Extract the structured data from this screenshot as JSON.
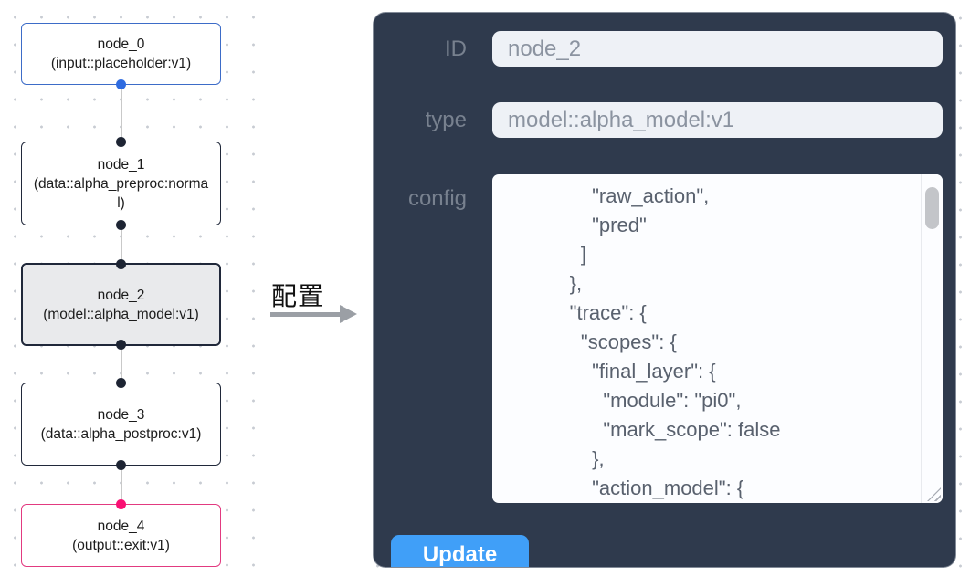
{
  "graph": {
    "nodes": [
      {
        "name": "node_0",
        "type_label": "(input::placeholder:v1)",
        "kind": "input",
        "selected": false
      },
      {
        "name": "node_1",
        "type_label": "(data::alpha_preproc:normal)",
        "kind": "data",
        "selected": false
      },
      {
        "name": "node_2",
        "type_label": "(model::alpha_model:v1)",
        "kind": "model",
        "selected": true
      },
      {
        "name": "node_3",
        "type_label": "(data::alpha_postproc:v1)",
        "kind": "data",
        "selected": false
      },
      {
        "name": "node_4",
        "type_label": "(output::exit:v1)",
        "kind": "output",
        "selected": false
      }
    ],
    "colors": {
      "input_node_border": "#3d6cc8",
      "default_node_border": "#20283a",
      "selected_node_bg": "#e9eaec",
      "output_node_border": "#e23a80",
      "input_port": "#2e6be0",
      "output_port": "#fa0f73",
      "default_port": "#1d2433",
      "edge": "#c9c9c9"
    }
  },
  "transition": {
    "label": "配置",
    "arrow_color": "#9b9fa5"
  },
  "panel": {
    "id_field": {
      "label": "ID",
      "value": "node_2"
    },
    "type_field": {
      "label": "type",
      "value": "model::alpha_model:v1"
    },
    "config_field": {
      "label": "config",
      "value": "          \"raw_action\",\n          \"pred\"\n        ]\n      },\n      \"trace\": {\n        \"scopes\": {\n          \"final_layer\": {\n            \"module\": \"pi0\",\n            \"mark_scope\": false\n          },\n          \"action_model\": {"
    },
    "update_button": "Update",
    "colors": {
      "panel_bg": "#2f3a4d",
      "field_bg": "#eef1f6",
      "field_text": "#8b93a0",
      "label_text": "#78818f",
      "config_text": "#59616e",
      "update_bg": "#409ff8"
    }
  }
}
